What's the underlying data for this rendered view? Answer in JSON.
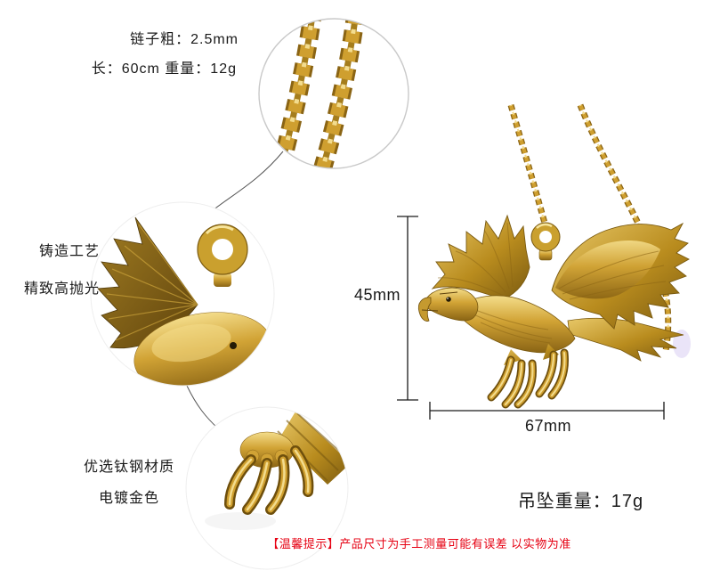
{
  "labels": {
    "chain_spec_line1": "链子粗：2.5mm",
    "chain_spec_line2": "长：60cm 重量：12g",
    "craft_line1": "铸造工艺",
    "craft_line2": "精致高抛光",
    "material_line1": "优选钛钢材质",
    "material_line2": "电镀金色",
    "pendant_weight": "吊坠重量：17g"
  },
  "dimensions": {
    "pendant_height": "45mm",
    "pendant_width": "67mm"
  },
  "disclaimer": {
    "text": "【温馨提示】产品尺寸为手工测量可能有误差 以实物为准",
    "color": "#e60012"
  },
  "colors": {
    "gold_light": "#f4dd8b",
    "gold": "#d1a335",
    "gold_dark": "#7a5a10",
    "bronze_dark": "#5f430c",
    "text": "#1a1a1a",
    "circle_border": "#c9c9c9",
    "disclaimer_red": "#e60012"
  }
}
